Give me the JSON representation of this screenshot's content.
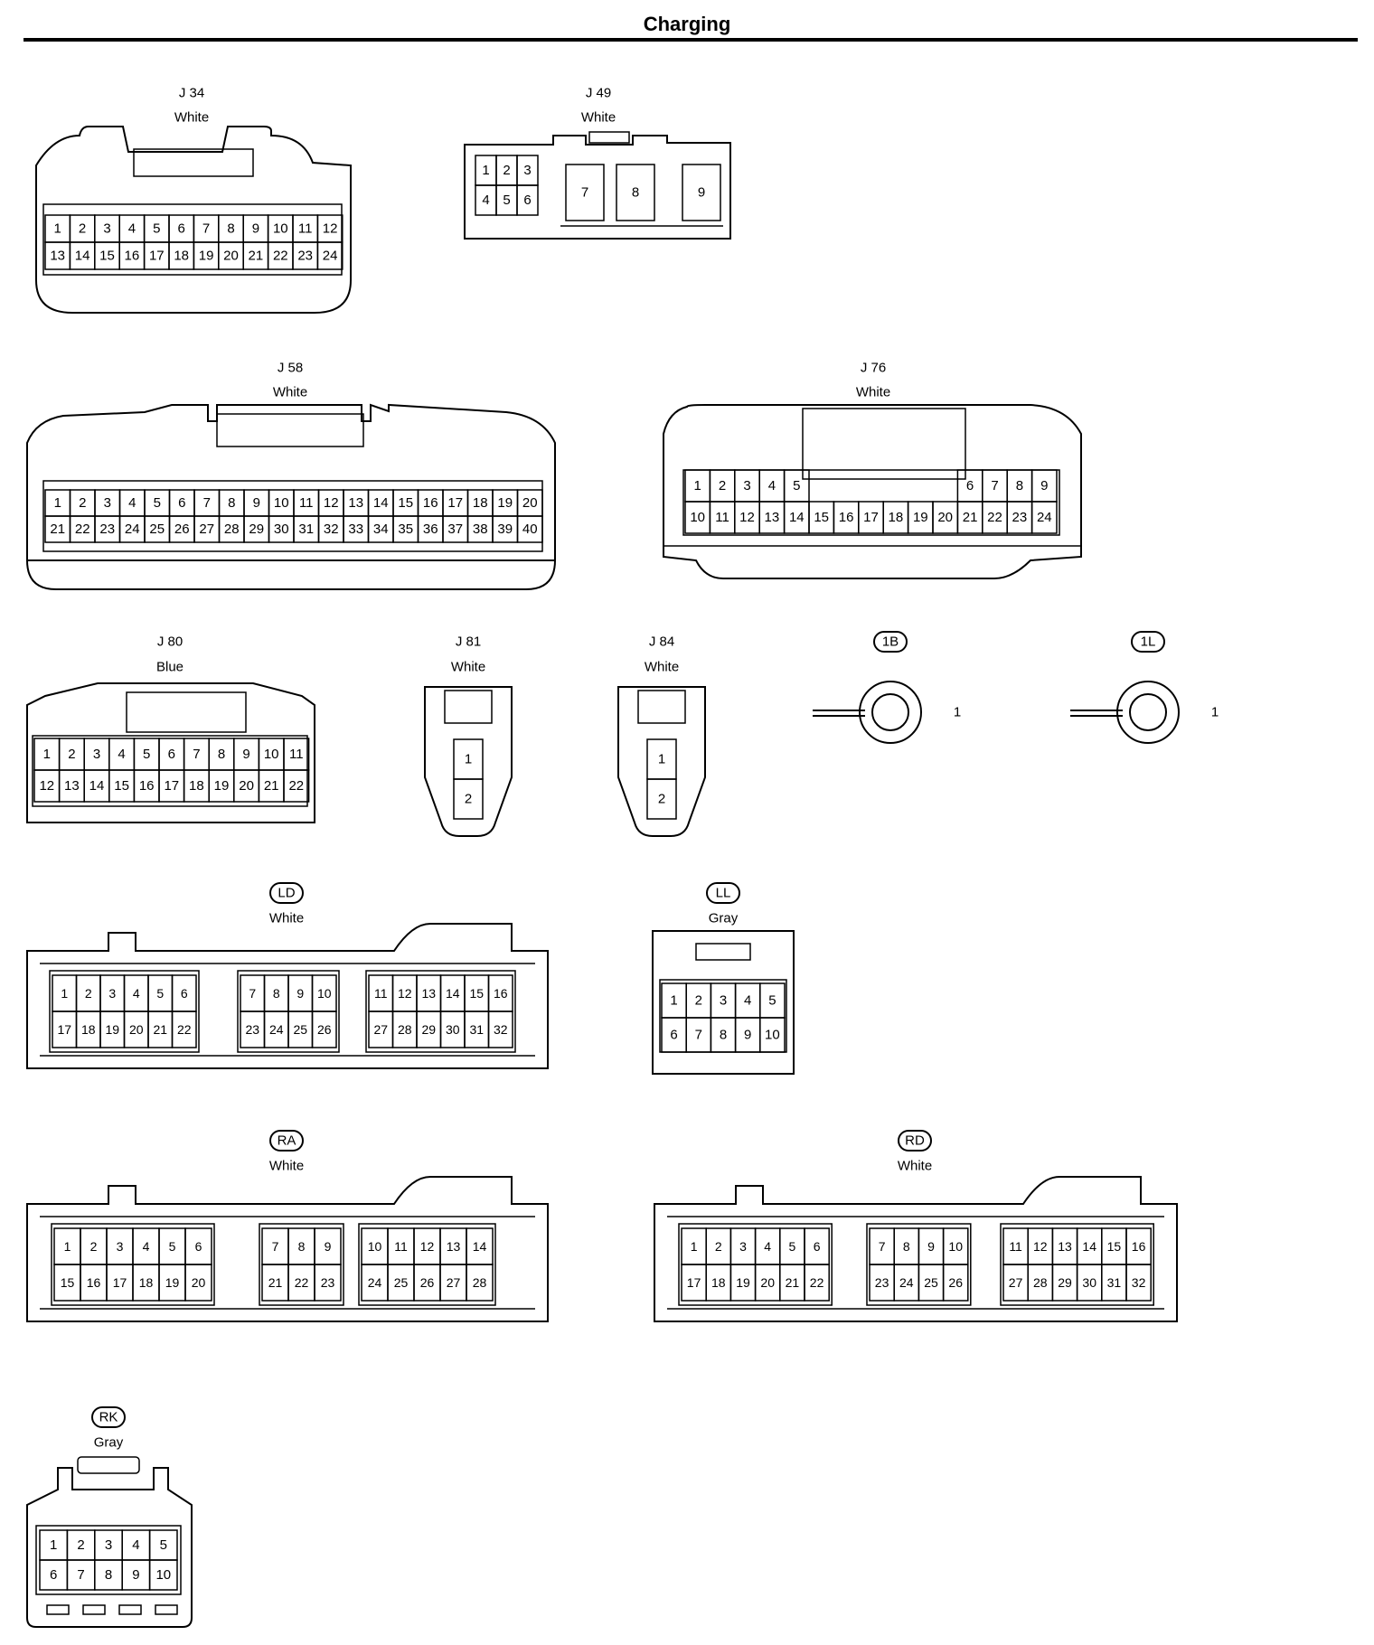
{
  "page": {
    "title": "Charging"
  },
  "connectors": [
    {
      "id": "j34",
      "name": "J 34",
      "color": "White",
      "kind": "block",
      "badge": false,
      "grid": [
        [
          1,
          2,
          3,
          4,
          5,
          6,
          7,
          8,
          9,
          10,
          11,
          12
        ],
        [
          13,
          14,
          15,
          16,
          17,
          18,
          19,
          20,
          21,
          22,
          23,
          24
        ]
      ]
    },
    {
      "id": "j49",
      "name": "J 49",
      "color": "White",
      "kind": "j49",
      "badge": false
    },
    {
      "id": "j58",
      "name": "J 58",
      "color": "White",
      "kind": "block",
      "badge": false,
      "grid": [
        [
          1,
          2,
          3,
          4,
          5,
          6,
          7,
          8,
          9,
          10,
          11,
          12,
          13,
          14,
          15,
          16,
          17,
          18,
          19,
          20
        ],
        [
          21,
          22,
          23,
          24,
          25,
          26,
          27,
          28,
          29,
          30,
          31,
          32,
          33,
          34,
          35,
          36,
          37,
          38,
          39,
          40
        ]
      ]
    },
    {
      "id": "j76",
      "name": "J 76",
      "color": "White",
      "kind": "block",
      "badge": false,
      "grid": [
        [
          1,
          2,
          3,
          4,
          5,
          null,
          null,
          null,
          null,
          null,
          null,
          6,
          7,
          8,
          9
        ],
        [
          10,
          11,
          12,
          13,
          14,
          15,
          16,
          17,
          18,
          19,
          20,
          21,
          22,
          23,
          24
        ]
      ]
    },
    {
      "id": "j80",
      "name": "J 80",
      "color": "Blue",
      "kind": "block",
      "badge": false,
      "grid": [
        [
          1,
          2,
          3,
          4,
          5,
          6,
          7,
          8,
          9,
          10,
          11
        ],
        [
          12,
          13,
          14,
          15,
          16,
          17,
          18,
          19,
          20,
          21,
          22
        ]
      ]
    },
    {
      "id": "j81",
      "name": "J 81",
      "color": "White",
      "kind": "small2",
      "badge": false,
      "pins": [
        1,
        2
      ]
    },
    {
      "id": "j84",
      "name": "J 84",
      "color": "White",
      "kind": "small2",
      "badge": false,
      "pins": [
        1,
        2
      ]
    },
    {
      "id": "c1b",
      "name": "1B",
      "color": "",
      "kind": "ring",
      "badge": true,
      "pin": 1
    },
    {
      "id": "c1l",
      "name": "1L",
      "color": "",
      "kind": "ring",
      "badge": true,
      "pin": 1
    },
    {
      "id": "ld",
      "name": "LD",
      "color": "White",
      "kind": "wide",
      "badge": true,
      "groups": [
        [
          [
            1,
            2,
            3,
            4,
            5,
            6
          ],
          [
            17,
            18,
            19,
            20,
            21,
            22
          ]
        ],
        [
          [
            7,
            8,
            9,
            10
          ],
          [
            23,
            24,
            25,
            26
          ]
        ],
        [
          [
            11,
            12,
            13,
            14,
            15,
            16
          ],
          [
            27,
            28,
            29,
            30,
            31,
            32
          ]
        ]
      ]
    },
    {
      "id": "ll",
      "name": "LL",
      "color": "Gray",
      "kind": "block",
      "badge": true,
      "grid": [
        [
          1,
          2,
          3,
          4,
          5
        ],
        [
          6,
          7,
          8,
          9,
          10
        ]
      ]
    },
    {
      "id": "ra",
      "name": "RA",
      "color": "White",
      "kind": "wide",
      "badge": true,
      "groups": [
        [
          [
            1,
            2,
            3,
            4,
            5,
            6
          ],
          [
            15,
            16,
            17,
            18,
            19,
            20
          ]
        ],
        [
          [
            7,
            8,
            9
          ],
          [
            21,
            22,
            23
          ]
        ],
        [
          [
            10,
            11,
            12,
            13,
            14
          ],
          [
            24,
            25,
            26,
            27,
            28
          ]
        ]
      ]
    },
    {
      "id": "rd",
      "name": "RD",
      "color": "White",
      "kind": "wide",
      "badge": true,
      "groups": [
        [
          [
            1,
            2,
            3,
            4,
            5,
            6
          ],
          [
            17,
            18,
            19,
            20,
            21,
            22
          ]
        ],
        [
          [
            7,
            8,
            9,
            10
          ],
          [
            23,
            24,
            25,
            26
          ]
        ],
        [
          [
            11,
            12,
            13,
            14,
            15,
            16
          ],
          [
            27,
            28,
            29,
            30,
            31,
            32
          ]
        ]
      ]
    },
    {
      "id": "rk",
      "name": "RK",
      "color": "Gray",
      "kind": "block",
      "badge": true,
      "grid": [
        [
          1,
          2,
          3,
          4,
          5
        ],
        [
          6,
          7,
          8,
          9,
          10
        ]
      ]
    }
  ]
}
